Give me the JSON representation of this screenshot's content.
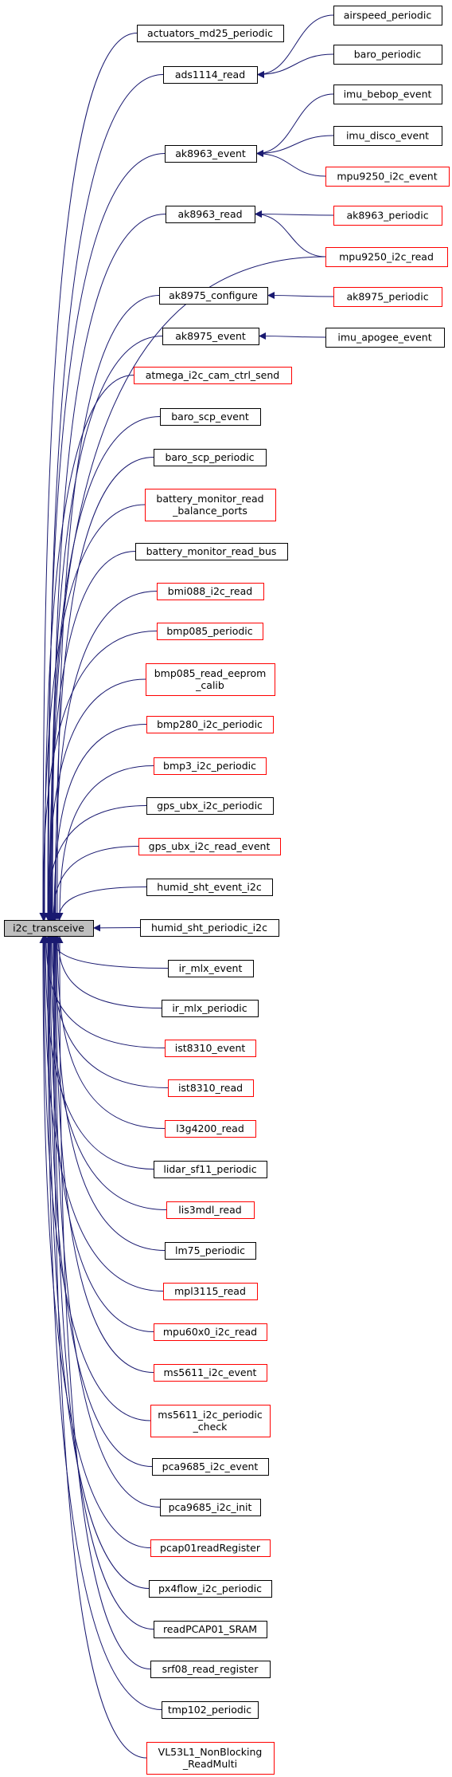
{
  "colors": {
    "edge": "#191970",
    "border_default": "#000000",
    "border_red": "#ff0000",
    "root_fill": "#bfbfbf",
    "node_fill": "#ffffff"
  },
  "root": {
    "id": "i2c_transceive",
    "lines": [
      "i2c_transceive"
    ]
  },
  "nodes": [
    {
      "id": "actuators_md25_periodic",
      "lines": [
        "actuators_md25_periodic"
      ],
      "red": false
    },
    {
      "id": "ads1114_read",
      "lines": [
        "ads1114_read"
      ],
      "red": false
    },
    {
      "id": "airspeed_periodic",
      "lines": [
        "airspeed_periodic"
      ],
      "red": false
    },
    {
      "id": "baro_periodic",
      "lines": [
        "baro_periodic"
      ],
      "red": false
    },
    {
      "id": "ak8963_event",
      "lines": [
        "ak8963_event"
      ],
      "red": false
    },
    {
      "id": "imu_bebop_event",
      "lines": [
        "imu_bebop_event"
      ],
      "red": false
    },
    {
      "id": "imu_disco_event",
      "lines": [
        "imu_disco_event"
      ],
      "red": false
    },
    {
      "id": "mpu9250_i2c_event",
      "lines": [
        "mpu9250_i2c_event"
      ],
      "red": true
    },
    {
      "id": "ak8963_read",
      "lines": [
        "ak8963_read"
      ],
      "red": false
    },
    {
      "id": "ak8963_periodic",
      "lines": [
        "ak8963_periodic"
      ],
      "red": true
    },
    {
      "id": "mpu9250_i2c_read",
      "lines": [
        "mpu9250_i2c_read"
      ],
      "red": true
    },
    {
      "id": "ak8975_configure",
      "lines": [
        "ak8975_configure"
      ],
      "red": false
    },
    {
      "id": "ak8975_periodic",
      "lines": [
        "ak8975_periodic"
      ],
      "red": true
    },
    {
      "id": "ak8975_event",
      "lines": [
        "ak8975_event"
      ],
      "red": false
    },
    {
      "id": "imu_apogee_event",
      "lines": [
        "imu_apogee_event"
      ],
      "red": false
    },
    {
      "id": "atmega_i2c_cam_ctrl_send",
      "lines": [
        "atmega_i2c_cam_ctrl_send"
      ],
      "red": true
    },
    {
      "id": "baro_scp_event",
      "lines": [
        "baro_scp_event"
      ],
      "red": false
    },
    {
      "id": "baro_scp_periodic",
      "lines": [
        "baro_scp_periodic"
      ],
      "red": false
    },
    {
      "id": "battery_monitor_read_balance_ports",
      "lines": [
        "battery_monitor_read",
        "_balance_ports"
      ],
      "red": true
    },
    {
      "id": "battery_monitor_read_bus",
      "lines": [
        "battery_monitor_read_bus"
      ],
      "red": false
    },
    {
      "id": "bmi088_i2c_read",
      "lines": [
        "bmi088_i2c_read"
      ],
      "red": true
    },
    {
      "id": "bmp085_periodic",
      "lines": [
        "bmp085_periodic"
      ],
      "red": true
    },
    {
      "id": "bmp085_read_eeprom_calib",
      "lines": [
        "bmp085_read_eeprom",
        "_calib"
      ],
      "red": true
    },
    {
      "id": "bmp280_i2c_periodic",
      "lines": [
        "bmp280_i2c_periodic"
      ],
      "red": true
    },
    {
      "id": "bmp3_i2c_periodic",
      "lines": [
        "bmp3_i2c_periodic"
      ],
      "red": true
    },
    {
      "id": "gps_ubx_i2c_periodic",
      "lines": [
        "gps_ubx_i2c_periodic"
      ],
      "red": false
    },
    {
      "id": "gps_ubx_i2c_read_event",
      "lines": [
        "gps_ubx_i2c_read_event"
      ],
      "red": true
    },
    {
      "id": "humid_sht_event_i2c",
      "lines": [
        "humid_sht_event_i2c"
      ],
      "red": false
    },
    {
      "id": "humid_sht_periodic_i2c",
      "lines": [
        "humid_sht_periodic_i2c"
      ],
      "red": false
    },
    {
      "id": "ir_mlx_event",
      "lines": [
        "ir_mlx_event"
      ],
      "red": false
    },
    {
      "id": "ir_mlx_periodic",
      "lines": [
        "ir_mlx_periodic"
      ],
      "red": false
    },
    {
      "id": "ist8310_event",
      "lines": [
        "ist8310_event"
      ],
      "red": true
    },
    {
      "id": "ist8310_read",
      "lines": [
        "ist8310_read"
      ],
      "red": true
    },
    {
      "id": "l3g4200_read",
      "lines": [
        "l3g4200_read"
      ],
      "red": true
    },
    {
      "id": "lidar_sf11_periodic",
      "lines": [
        "lidar_sf11_periodic"
      ],
      "red": false
    },
    {
      "id": "lis3mdl_read",
      "lines": [
        "lis3mdl_read"
      ],
      "red": true
    },
    {
      "id": "lm75_periodic",
      "lines": [
        "lm75_periodic"
      ],
      "red": false
    },
    {
      "id": "mpl3115_read",
      "lines": [
        "mpl3115_read"
      ],
      "red": true
    },
    {
      "id": "mpu60x0_i2c_read",
      "lines": [
        "mpu60x0_i2c_read"
      ],
      "red": true
    },
    {
      "id": "ms5611_i2c_event",
      "lines": [
        "ms5611_i2c_event"
      ],
      "red": true
    },
    {
      "id": "ms5611_i2c_periodic_check",
      "lines": [
        "ms5611_i2c_periodic",
        "_check"
      ],
      "red": true
    },
    {
      "id": "pca9685_i2c_event",
      "lines": [
        "pca9685_i2c_event"
      ],
      "red": false
    },
    {
      "id": "pca9685_i2c_init",
      "lines": [
        "pca9685_i2c_init"
      ],
      "red": false
    },
    {
      "id": "pcap01readRegister",
      "lines": [
        "pcap01readRegister"
      ],
      "red": true
    },
    {
      "id": "px4flow_i2c_periodic",
      "lines": [
        "px4flow_i2c_periodic"
      ],
      "red": false
    },
    {
      "id": "readPCAP01_SRAM",
      "lines": [
        "readPCAP01_SRAM"
      ],
      "red": false
    },
    {
      "id": "srf08_read_register",
      "lines": [
        "srf08_read_register"
      ],
      "red": false
    },
    {
      "id": "tmp102_periodic",
      "lines": [
        "tmp102_periodic"
      ],
      "red": false
    },
    {
      "id": "VL53L1_NonBlocking_ReadMulti",
      "lines": [
        "VL53L1_NonBlocking",
        "_ReadMulti"
      ],
      "red": true
    }
  ],
  "edges": [
    [
      "actuators_md25_periodic",
      "i2c_transceive"
    ],
    [
      "ads1114_read",
      "i2c_transceive"
    ],
    [
      "airspeed_periodic",
      "ads1114_read"
    ],
    [
      "baro_periodic",
      "ads1114_read"
    ],
    [
      "ak8963_event",
      "i2c_transceive"
    ],
    [
      "imu_bebop_event",
      "ak8963_event"
    ],
    [
      "imu_disco_event",
      "ak8963_event"
    ],
    [
      "mpu9250_i2c_event",
      "ak8963_event"
    ],
    [
      "ak8963_read",
      "i2c_transceive"
    ],
    [
      "ak8963_periodic",
      "ak8963_read"
    ],
    [
      "mpu9250_i2c_read",
      "ak8963_read"
    ],
    [
      "mpu9250_i2c_read",
      "i2c_transceive"
    ],
    [
      "ak8975_configure",
      "i2c_transceive"
    ],
    [
      "ak8975_periodic",
      "ak8975_configure"
    ],
    [
      "ak8975_event",
      "i2c_transceive"
    ],
    [
      "imu_apogee_event",
      "ak8975_event"
    ],
    [
      "atmega_i2c_cam_ctrl_send",
      "i2c_transceive"
    ],
    [
      "baro_scp_event",
      "i2c_transceive"
    ],
    [
      "baro_scp_periodic",
      "i2c_transceive"
    ],
    [
      "battery_monitor_read_balance_ports",
      "i2c_transceive"
    ],
    [
      "battery_monitor_read_bus",
      "i2c_transceive"
    ],
    [
      "bmi088_i2c_read",
      "i2c_transceive"
    ],
    [
      "bmp085_periodic",
      "i2c_transceive"
    ],
    [
      "bmp085_read_eeprom_calib",
      "i2c_transceive"
    ],
    [
      "bmp280_i2c_periodic",
      "i2c_transceive"
    ],
    [
      "bmp3_i2c_periodic",
      "i2c_transceive"
    ],
    [
      "gps_ubx_i2c_periodic",
      "i2c_transceive"
    ],
    [
      "gps_ubx_i2c_read_event",
      "i2c_transceive"
    ],
    [
      "humid_sht_event_i2c",
      "i2c_transceive"
    ],
    [
      "humid_sht_periodic_i2c",
      "i2c_transceive"
    ],
    [
      "ir_mlx_event",
      "i2c_transceive"
    ],
    [
      "ir_mlx_periodic",
      "i2c_transceive"
    ],
    [
      "ist8310_event",
      "i2c_transceive"
    ],
    [
      "ist8310_read",
      "i2c_transceive"
    ],
    [
      "l3g4200_read",
      "i2c_transceive"
    ],
    [
      "lidar_sf11_periodic",
      "i2c_transceive"
    ],
    [
      "lis3mdl_read",
      "i2c_transceive"
    ],
    [
      "lm75_periodic",
      "i2c_transceive"
    ],
    [
      "mpl3115_read",
      "i2c_transceive"
    ],
    [
      "mpu60x0_i2c_read",
      "i2c_transceive"
    ],
    [
      "ms5611_i2c_event",
      "i2c_transceive"
    ],
    [
      "ms5611_i2c_periodic_check",
      "i2c_transceive"
    ],
    [
      "pca9685_i2c_event",
      "i2c_transceive"
    ],
    [
      "pca9685_i2c_init",
      "i2c_transceive"
    ],
    [
      "pcap01readRegister",
      "i2c_transceive"
    ],
    [
      "px4flow_i2c_periodic",
      "i2c_transceive"
    ],
    [
      "readPCAP01_SRAM",
      "i2c_transceive"
    ],
    [
      "srf08_read_register",
      "i2c_transceive"
    ],
    [
      "tmp102_periodic",
      "i2c_transceive"
    ],
    [
      "VL53L1_NonBlocking_ReadMulti",
      "i2c_transceive"
    ]
  ]
}
